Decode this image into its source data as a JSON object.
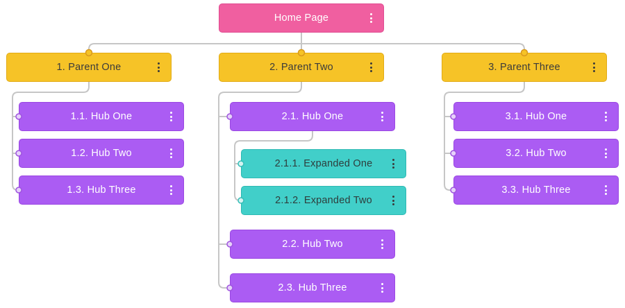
{
  "colors": {
    "home_node": "#f05fa0",
    "parent_node": "#f6c327",
    "hub_node": "#ab5cf3",
    "expanded_node": "#41cfc9",
    "connector": "#c6c6c6",
    "parent_anchor_dot": "#f6c327",
    "hub_anchor_dot": "#e6d1fa",
    "expanded_anchor_dot": "#d5f3f1"
  },
  "icons": {
    "node_menu": "kebab-vertical-dots"
  },
  "tree": {
    "root": {
      "label": "Home Page"
    },
    "parents": [
      {
        "label": "1. Parent One",
        "children": [
          {
            "label": "1.1. Hub One"
          },
          {
            "label": "1.2. Hub Two"
          },
          {
            "label": "1.3. Hub Three"
          }
        ]
      },
      {
        "label": "2. Parent Two",
        "children": [
          {
            "label": "2.1. Hub One",
            "children": [
              {
                "label": "2.1.1. Expanded One"
              },
              {
                "label": "2.1.2. Expanded Two"
              }
            ]
          },
          {
            "label": "2.2. Hub Two"
          },
          {
            "label": "2.3. Hub Three"
          }
        ]
      },
      {
        "label": "3. Parent Three",
        "children": [
          {
            "label": "3.1. Hub One"
          },
          {
            "label": "3.2. Hub Two"
          },
          {
            "label": "3.3. Hub Three"
          }
        ]
      }
    ]
  }
}
